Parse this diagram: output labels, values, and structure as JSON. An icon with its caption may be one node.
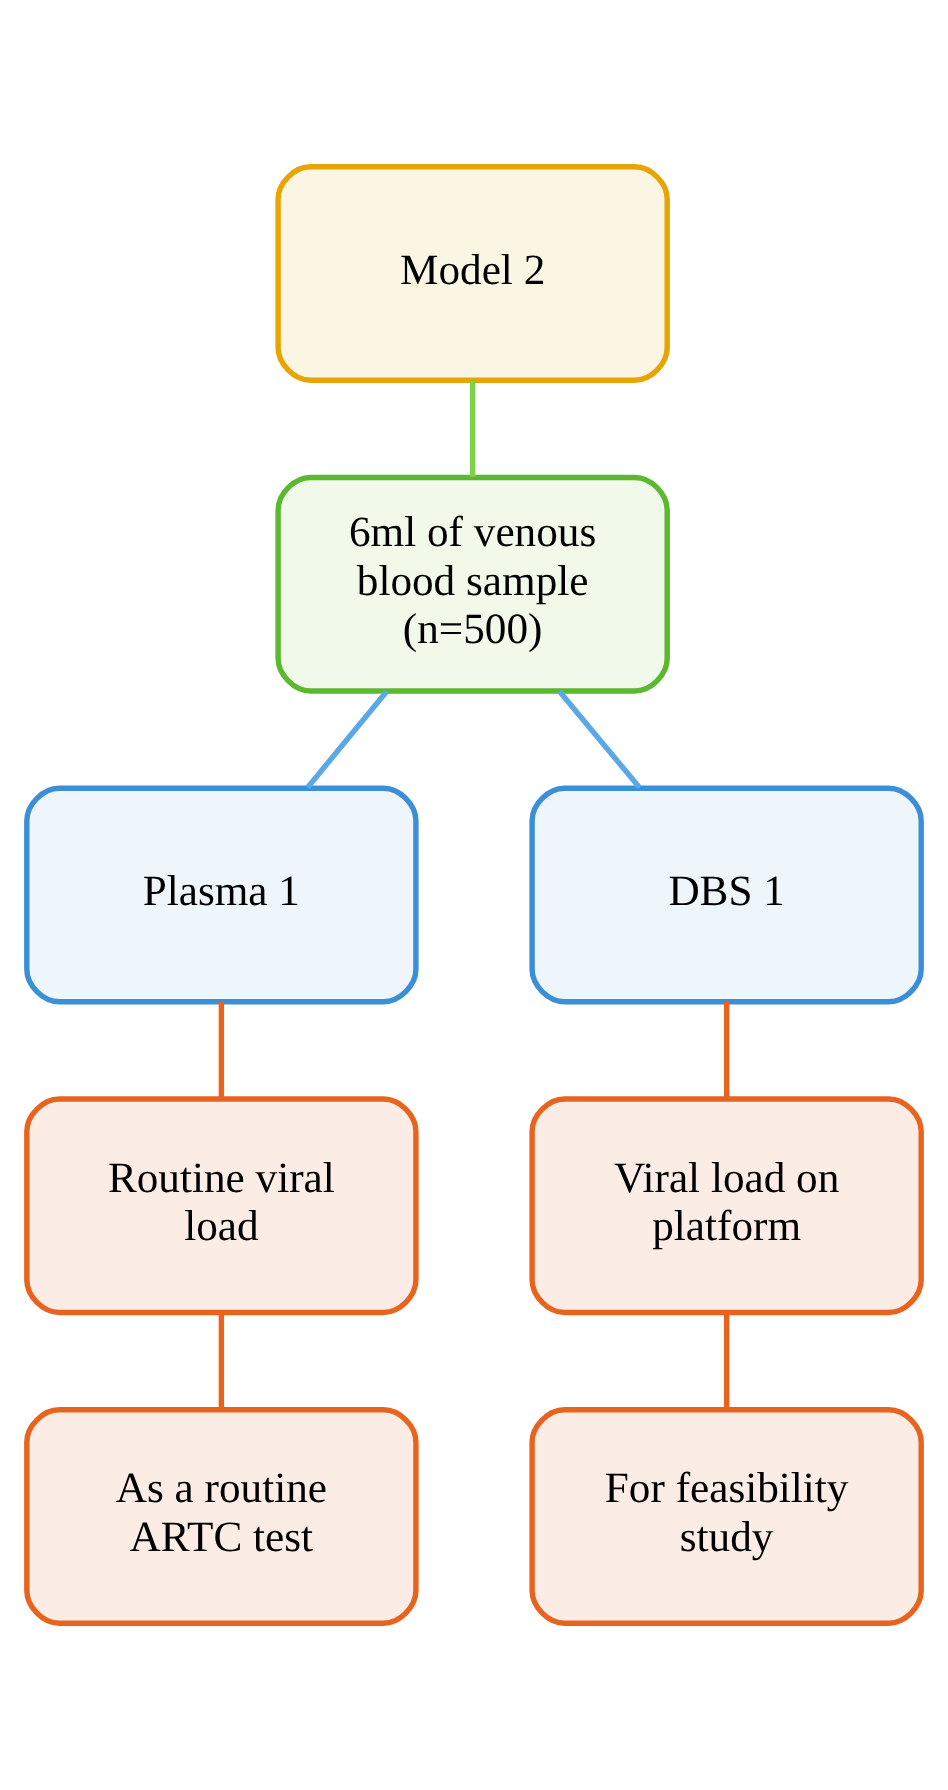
{
  "diagram": {
    "nodes": [
      {
        "text": [
          "Model 2"
        ]
      },
      {
        "text": [
          "6ml of venous blood sample (n=500)"
        ]
      },
      {
        "text": [
          "Plasma 1"
        ]
      },
      {
        "text": [
          "DBS 1"
        ]
      },
      {
        "text": [
          "Routine viral load"
        ]
      },
      {
        "text": [
          "Viral load on platform"
        ]
      },
      {
        "text": [
          "As a routine ARTC test"
        ]
      },
      {
        "text": [
          "For feasibility study"
        ]
      }
    ],
    "edges": [
      {
        "from": 0,
        "to": 1,
        "arrow": "none",
        "color": "#7fd04a"
      },
      {
        "from": 1,
        "to": 2,
        "arrow": "none",
        "color": "#5aa9e6"
      },
      {
        "from": 1,
        "to": 3,
        "arrow": "none",
        "color": "#5aa9e6"
      },
      {
        "from": 2,
        "to": 4,
        "arrow": "none"
      },
      {
        "from": 4,
        "to": 6,
        "arrow": "none"
      },
      {
        "from": 3,
        "to": 5,
        "arrow": "none"
      },
      {
        "from": 5,
        "to": 7,
        "arrow": "none"
      }
    ]
  }
}
